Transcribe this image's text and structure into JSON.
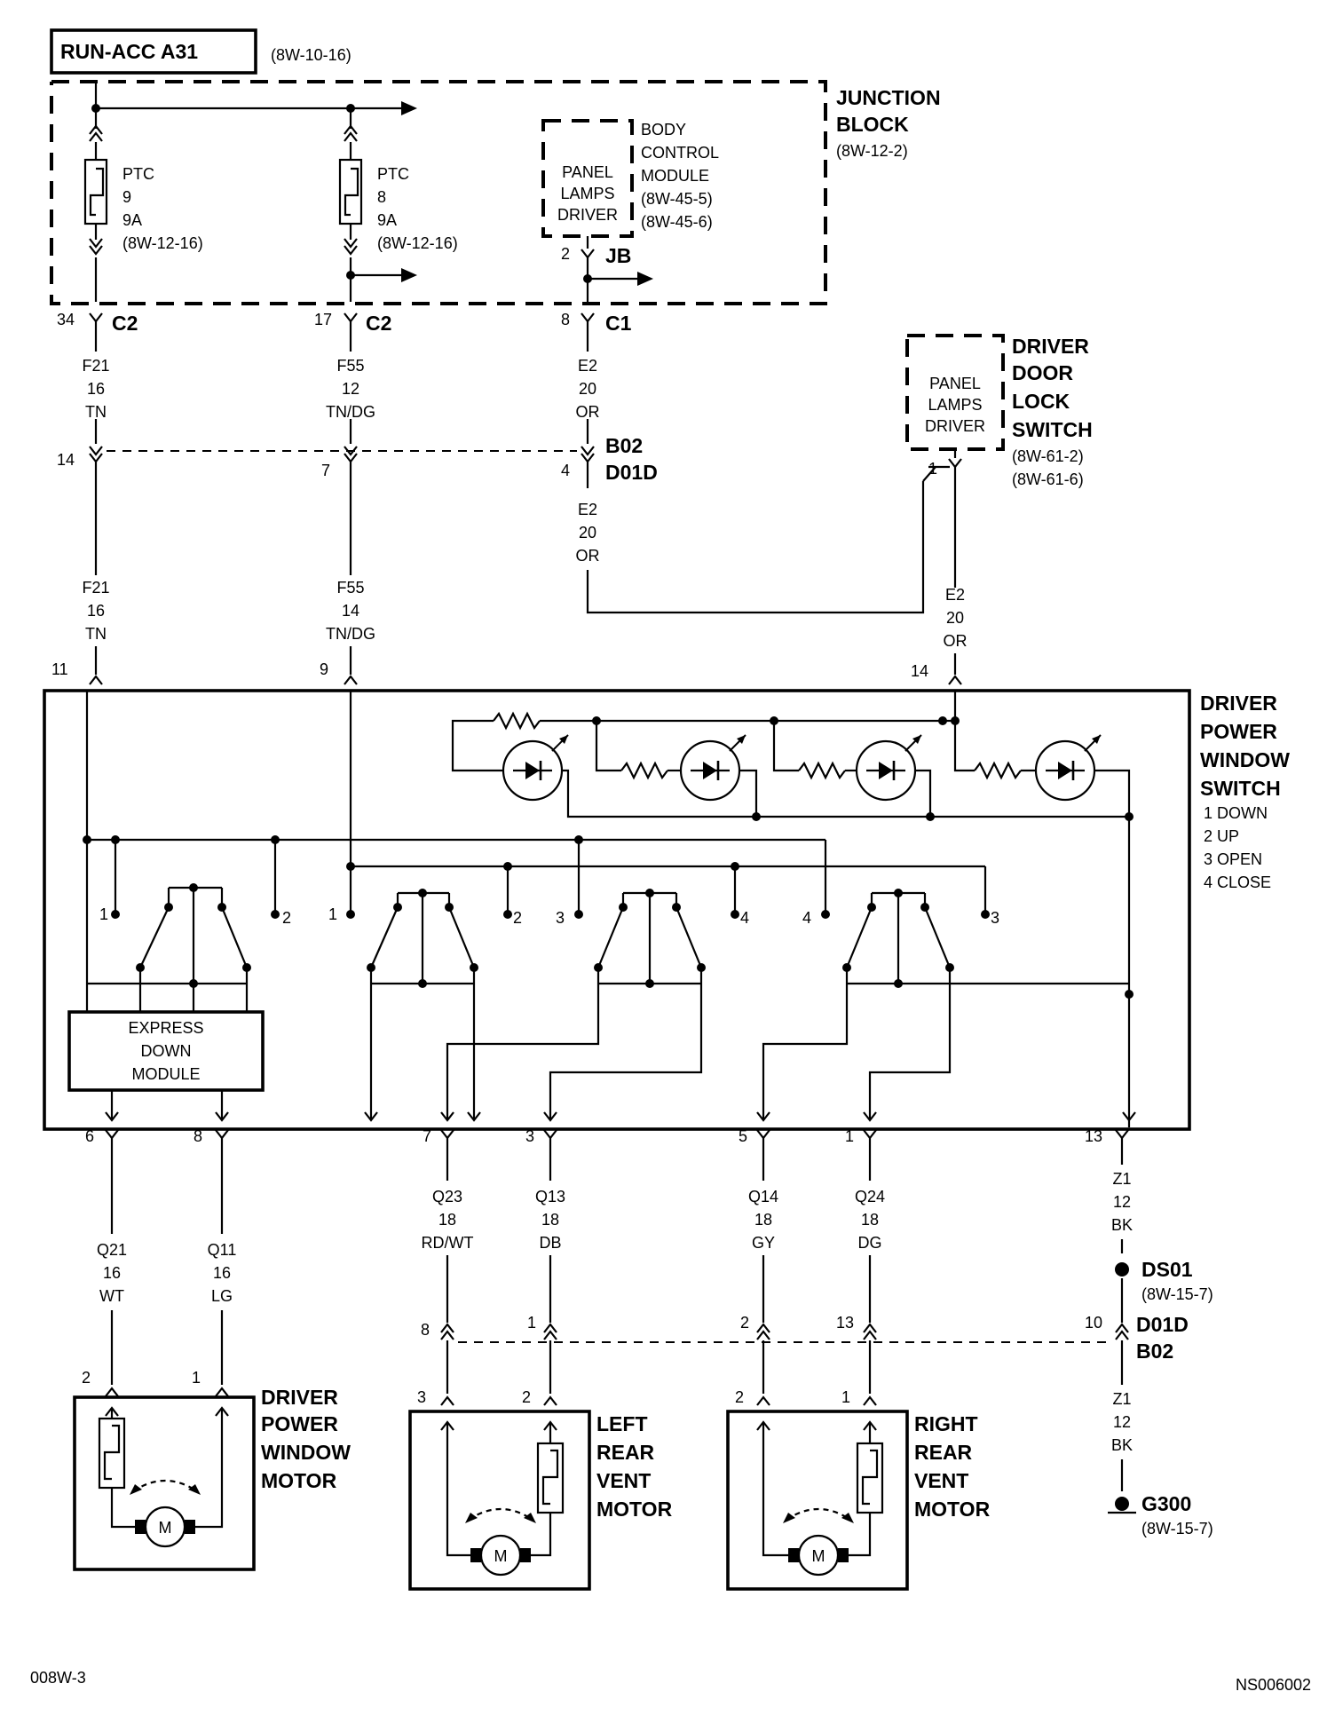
{
  "source": {
    "box": "RUN-ACC A31",
    "ref": "(8W-10-16)"
  },
  "junction_block": {
    "title1": "JUNCTION",
    "title2": "BLOCK",
    "ref": "(8W-12-2)"
  },
  "ptc1": {
    "l1": "PTC",
    "l2": "9",
    "l3": "9A",
    "l4": "(8W-12-16)"
  },
  "ptc2": {
    "l1": "PTC",
    "l2": "8",
    "l3": "9A",
    "l4": "(8W-12-16)"
  },
  "bcm": {
    "d1": "PANEL",
    "d2": "LAMPS",
    "d3": "DRIVER",
    "n1": "BODY",
    "n2": "CONTROL",
    "n3": "MODULE",
    "r1": "(8W-45-5)",
    "r2": "(8W-45-6)",
    "pin": "2",
    "conn": "JB"
  },
  "c_pins": {
    "p34": "34",
    "c2a": "C2",
    "p17": "17",
    "c2b": "C2",
    "p8": "8",
    "c1": "C1"
  },
  "wire_f21a": {
    "c": "F21",
    "g": "16",
    "col": "TN"
  },
  "wire_f55a": {
    "c": "F55",
    "g": "12",
    "col": "TN/DG"
  },
  "wire_e2a": {
    "c": "E2",
    "g": "20",
    "col": "OR"
  },
  "b02_conn": {
    "p14": "14",
    "p7": "7",
    "p4": "4",
    "n1": "B02",
    "n2": "D01D"
  },
  "wire_e2b": {
    "c": "E2",
    "g": "20",
    "col": "OR"
  },
  "wire_f21b": {
    "c": "F21",
    "g": "16",
    "col": "TN"
  },
  "wire_f55b": {
    "c": "F55",
    "g": "14",
    "col": "TN/DG"
  },
  "door_lock": {
    "d1": "PANEL",
    "d2": "LAMPS",
    "d3": "DRIVER",
    "n1": "DRIVER",
    "n2": "DOOR",
    "n3": "LOCK",
    "n4": "SWITCH",
    "r1": "(8W-61-2)",
    "r2": "(8W-61-6)",
    "pin": "1"
  },
  "wire_e2c": {
    "c": "E2",
    "g": "20",
    "col": "OR"
  },
  "switch_in_pins": {
    "p11": "11",
    "p9": "9",
    "p14": "14"
  },
  "pws": {
    "n1": "DRIVER",
    "n2": "POWER",
    "n3": "WINDOW",
    "n4": "SWITCH",
    "m1": "1 DOWN",
    "m2": "2 UP",
    "m3": "3 OPEN",
    "m4": "4 CLOSE"
  },
  "contacts": {
    "a1": "1",
    "a2": "2",
    "b1": "1",
    "b2": "2",
    "c3": "3",
    "c4": "4",
    "d4": "4",
    "d3": "3"
  },
  "express": {
    "l1": "EXPRESS",
    "l2": "DOWN",
    "l3": "MODULE"
  },
  "switch_out_pins": {
    "p6": "6",
    "p8": "8",
    "p7": "7",
    "p3": "3",
    "p5": "5",
    "p1": "1",
    "p13": "13"
  },
  "wire_q21": {
    "c": "Q21",
    "g": "16",
    "col": "WT"
  },
  "wire_q11": {
    "c": "Q11",
    "g": "16",
    "col": "LG"
  },
  "wire_q23": {
    "c": "Q23",
    "g": "18",
    "col": "RD/WT"
  },
  "wire_q13": {
    "c": "Q13",
    "g": "18",
    "col": "DB"
  },
  "wire_q14": {
    "c": "Q14",
    "g": "18",
    "col": "GY"
  },
  "wire_q24": {
    "c": "Q24",
    "g": "18",
    "col": "DG"
  },
  "wire_z1a": {
    "c": "Z1",
    "g": "12",
    "col": "BK"
  },
  "ds01": {
    "n": "DS01",
    "ref": "(8W-15-7)"
  },
  "d01d_conn": {
    "p8": "8",
    "p1": "1",
    "p2": "2",
    "p13": "13",
    "p10": "10",
    "n1": "D01D",
    "n2": "B02"
  },
  "wire_z1b": {
    "c": "Z1",
    "g": "12",
    "col": "BK"
  },
  "g300": {
    "n": "G300",
    "ref": "(8W-15-7)"
  },
  "dpw_motor": {
    "p2": "2",
    "p1": "1",
    "n1": "DRIVER",
    "n2": "POWER",
    "n3": "WINDOW",
    "n4": "MOTOR",
    "m": "M"
  },
  "lrv_motor": {
    "p3": "3",
    "p2": "2",
    "n1": "LEFT",
    "n2": "REAR",
    "n3": "VENT",
    "n4": "MOTOR",
    "m": "M"
  },
  "rrv_motor": {
    "p2": "2",
    "p1": "1",
    "n1": "RIGHT",
    "n2": "REAR",
    "n3": "VENT",
    "n4": "MOTOR",
    "m": "M"
  },
  "footer": {
    "left": "008W-3",
    "right": "NS006002"
  }
}
